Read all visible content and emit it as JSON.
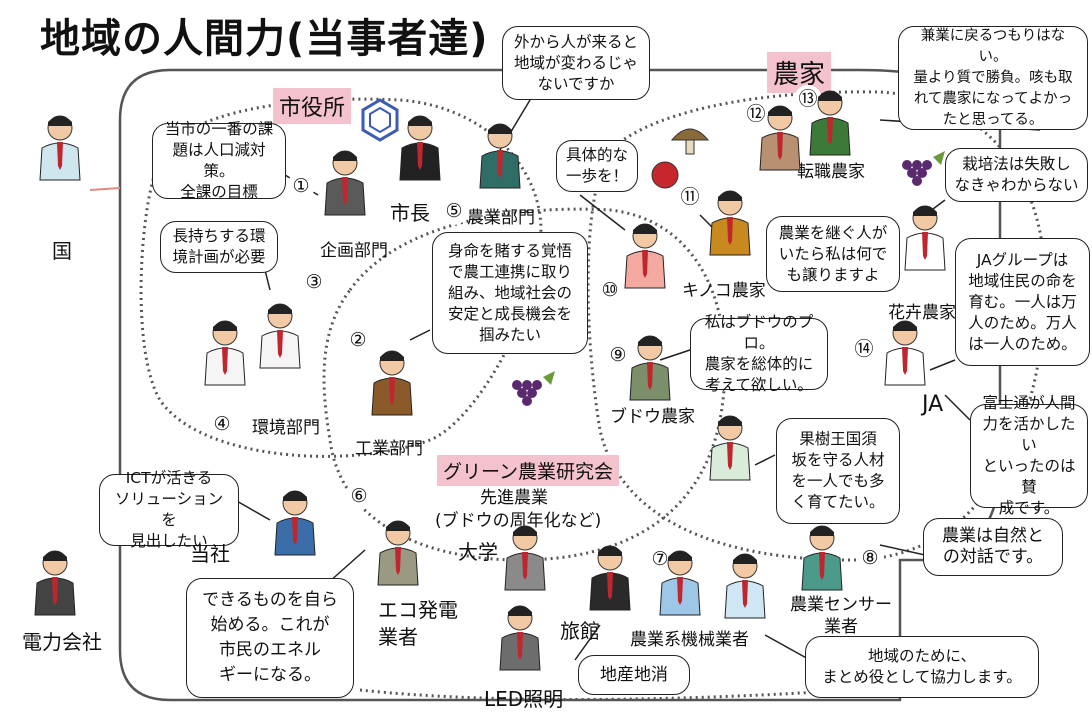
{
  "title": "地域の人間力(当事者達)",
  "groups": {
    "city_hall": "市役所",
    "farmers": "農家",
    "green_research": "グリーン農業研究会",
    "green_sub1": "先進農業",
    "green_sub2": "(ブドウの周年化など)"
  },
  "bubbles": {
    "b_outside": "外から人が来ると\n地域が変わるじゃ\nないですか",
    "b_issue": "当市の一番の課\n題は人口減対策。\n全課の目標",
    "b_env_plan": "長持ちする環\n境計画が必要",
    "b_concrete": "具体的な\n一歩を！",
    "b_industry": "身命を賭する覚悟\nで農工連携に取り\n組み、地域社会の\n安定と成長機会を\n掴みたい",
    "b_side_job": "兼業に戻るつもりはない。\n量より質で勝負。咳も取\nれて農家になってよかっ\nたと思ってる。",
    "b_cultivation": "栽培法は失敗し\nなきゃわからない",
    "b_successor": "農業を継ぐ人が\nいたら私は何で\nも譲りますよ",
    "b_grape_pro": "私はブドウのプロ。\n農家を総体的に\n考えて欲しい。",
    "b_ja_group": "JAグループは\n地域住民の命を\n育む。一人は万\n人のため。万人\nは一人のため。",
    "b_fuji": "富士通が人間\n力を活かしたい\nといったのは賛\n成です。",
    "b_fruit": "果樹王国須\n坂を守る人材\nを一人でも多\nく育てたい。",
    "b_ict": "ICTが活きる\nソリューションを\n見出したい",
    "b_nature": "農業は自然と\nの対話です。",
    "b_energy": "できるものを自ら\n始める。これが\n市民のエネル\nギーになる。",
    "b_local": "地産地消",
    "b_coordinate": "地域のために、\nまとめ役として協力します。"
  },
  "labels": {
    "country": "国",
    "power_company": "電力会社",
    "planning": "企画部門",
    "mayor": "市長",
    "agri_dept": "農業部門",
    "env_dept": "環境部門",
    "industry_dept": "工業部門",
    "mushroom_farmer": "キノコ農家",
    "career_farmer": "転職農家",
    "flower_farmer": "花卉農家",
    "grape_farmer": "ブドウ農家",
    "ja": "JA",
    "our_company": "当社",
    "eco_power": "エコ発電\n業者",
    "university": "大学",
    "inn": "旅館",
    "led": "LED照明",
    "agri_machinery": "農業系機械業者",
    "agri_sensor": "農業センサー\n業者"
  },
  "numbers": {
    "n1": "①",
    "n2": "②",
    "n3": "③",
    "n4": "④",
    "n5": "⑤",
    "n6": "⑥",
    "n7": "⑦",
    "n8": "⑧",
    "n9": "⑨",
    "n10": "⑩",
    "n11": "⑪",
    "n12": "⑫",
    "n13": "⑬",
    "n14": "⑭"
  },
  "colors": {
    "pink_highlight": "#f4c2cc",
    "suit_dark": "#2b2b2b",
    "suit_blue": "#3b6ea8",
    "skin": "#f1c9a5",
    "tie_red": "#c0262d",
    "grape": "#5b2a6e"
  }
}
